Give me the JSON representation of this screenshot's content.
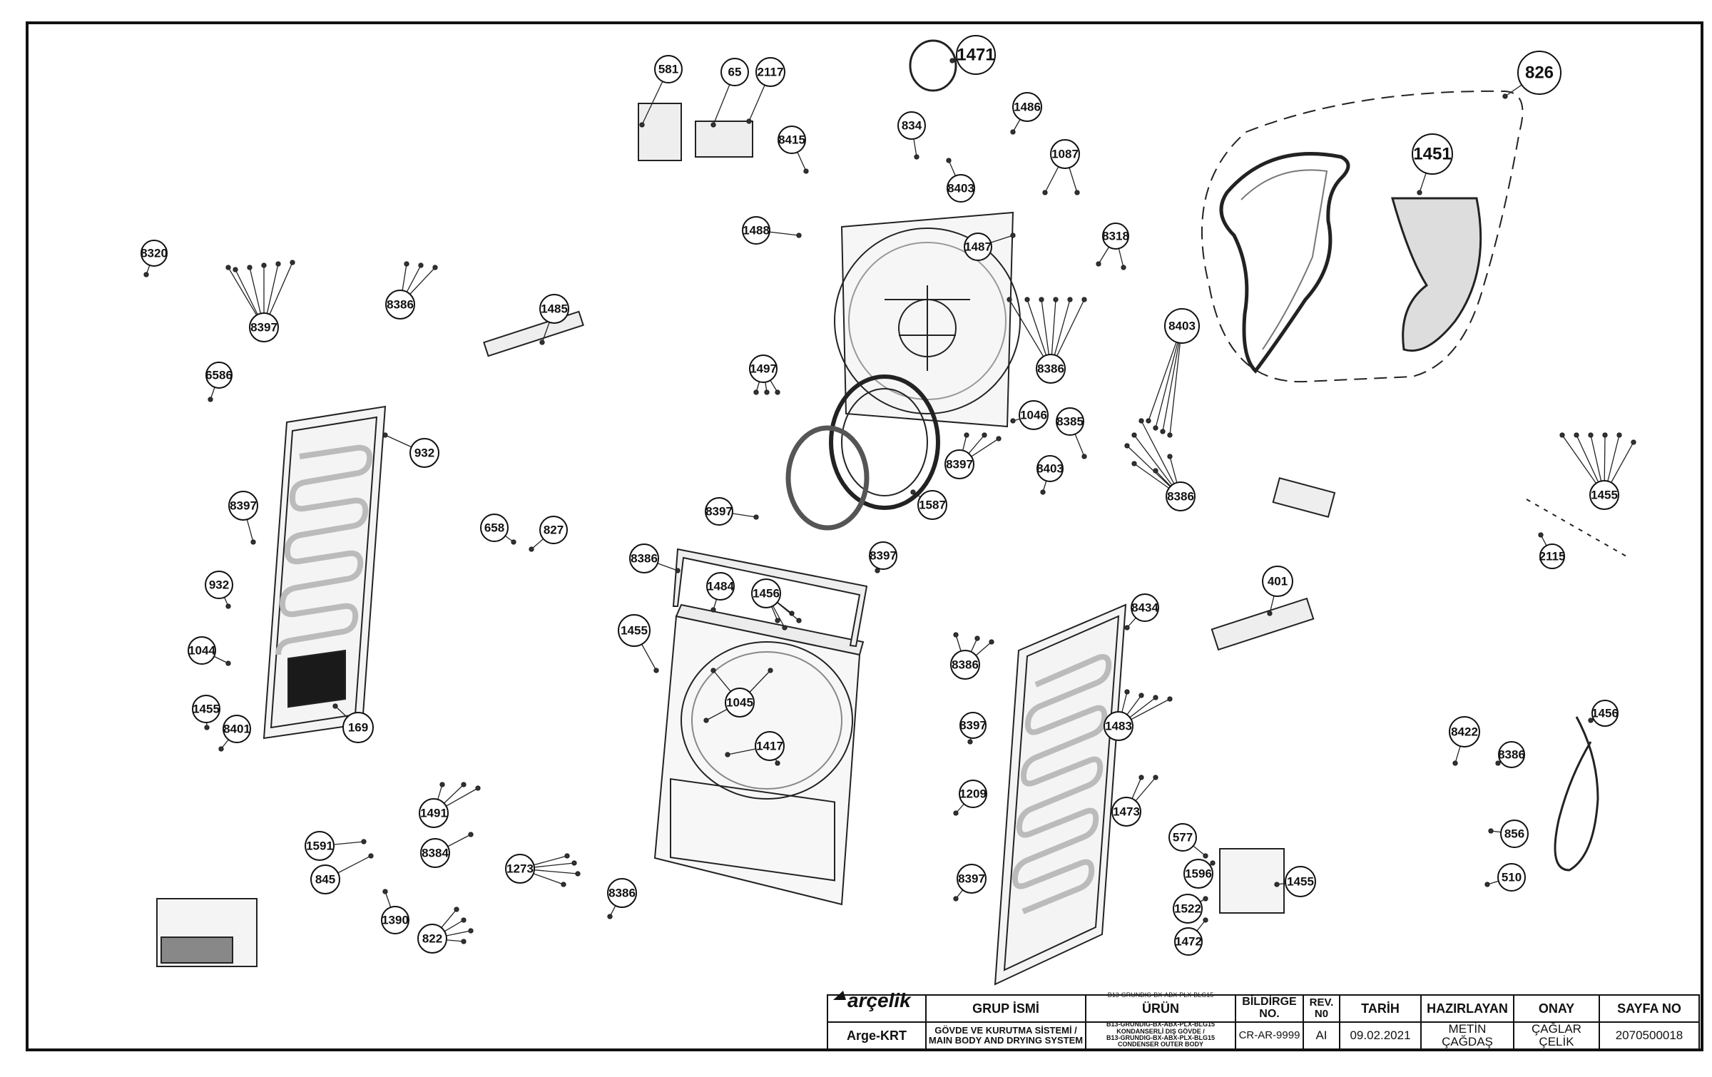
{
  "sheet": {
    "callouts": [
      "581",
      "65",
      "2117",
      "1471",
      "826",
      "8415",
      "834",
      "1486",
      "8403",
      "1087",
      "1451",
      "1488",
      "1487",
      "8318",
      "8320",
      "8397",
      "8386",
      "1485",
      "6586",
      "1497",
      "932",
      "1046",
      "8385",
      "8386",
      "8397",
      "8403",
      "1587",
      "8403",
      "8386",
      "1455",
      "2115",
      "8397",
      "8397",
      "827",
      "658",
      "8386",
      "8397",
      "1484",
      "1456",
      "401",
      "932",
      "1455",
      "8434",
      "8386",
      "1044",
      "1045",
      "1483",
      "1455",
      "8401",
      "169",
      "1417",
      "8397",
      "1456",
      "8422",
      "8386",
      "1209",
      "1473",
      "1491",
      "1591",
      "8384",
      "577",
      "845",
      "1273",
      "1596",
      "856",
      "510",
      "1455",
      "1390",
      "1522",
      "8386",
      "8397",
      "822",
      "1472"
    ]
  },
  "titleblock": {
    "logo": "arçelik",
    "dept": "Arge-KRT",
    "h_group": "GRUP İSMİ",
    "group_line1": "GÖVDE VE KURUTMA SİSTEMİ /",
    "group_line2": "MAIN BODY AND DRYING SYSTEM",
    "h_product": "ÜRÜN",
    "product_lines": [
      "B13-GRUNDIG-BX-ABX-PLX-BLG15",
      "KONDANSERLİ DIŞ GÖVDE /",
      "B13-GRUNDIG-BX-ABX-PLX-BLG15",
      "CONDENSER OUTER BODY"
    ],
    "h_bildirge": "BİLDİRGE NO.",
    "bildirge": "CR-AR-9999",
    "h_rev": "REV. N0",
    "rev": "AI",
    "h_date": "TARİH",
    "date": "09.02.2021",
    "h_prepared": "HAZIRLAYAN",
    "prepared": "METİN ÇAĞDAŞ",
    "h_approval": "ONAY",
    "approval": "ÇAĞLAR ÇELİK",
    "h_page": "SAYFA NO",
    "page": "2070500018"
  }
}
